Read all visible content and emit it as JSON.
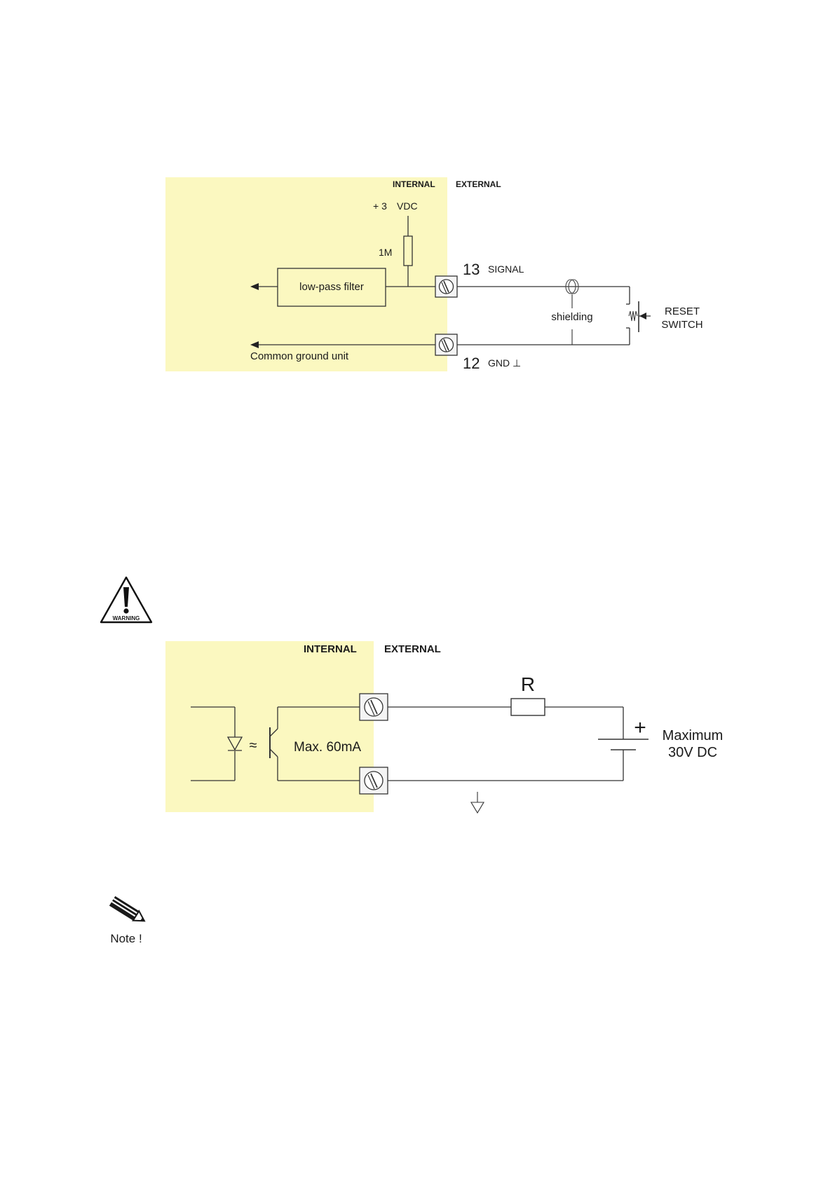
{
  "diagram1": {
    "internal_label": "INTERNAL",
    "external_label": "EXTERNAL",
    "supply_label_a": "+ 3",
    "supply_label_b": "VDC",
    "resistor_label": "1M",
    "filter_label": "low-pass filter",
    "terminal_signal_number": "13",
    "terminal_signal_label": "SIGNAL",
    "terminal_gnd_number": "12",
    "terminal_gnd_label": "GND ⊥",
    "shielding_label": "shielding",
    "switch_label_line1": "RESET",
    "switch_label_line2": "SWITCH",
    "ground_label": "Common ground unit",
    "internal_color": "#fbf8c0"
  },
  "warning_icon": {
    "icon": "warning-triangle-icon",
    "text": "WARNING"
  },
  "diagram2": {
    "internal_label": "INTERNAL",
    "external_label": "EXTERNAL",
    "resistor_label": "R",
    "current_label": "Max. 60mA",
    "plus_label": "+",
    "voltage_line1": "Maximum",
    "voltage_line2": "30V DC",
    "internal_color": "#fbf8c0"
  },
  "note_icon": {
    "icon": "pencil-note-icon",
    "text": "Note !"
  }
}
